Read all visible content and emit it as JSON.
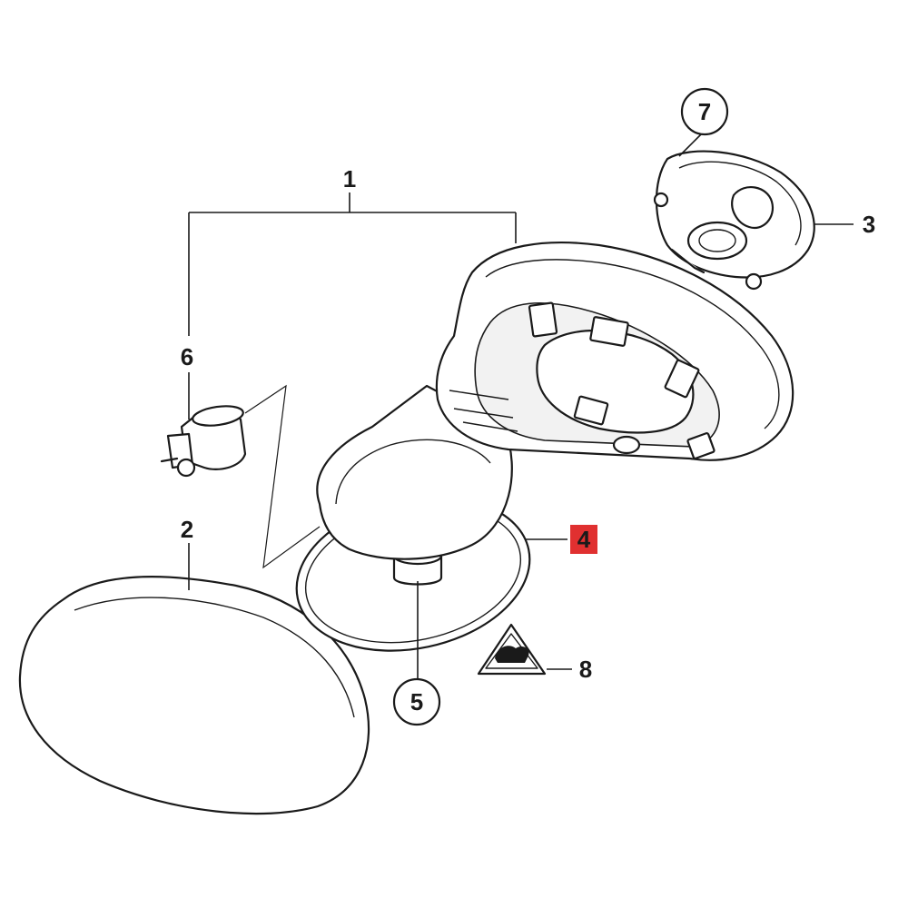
{
  "diagram": {
    "callouts": [
      {
        "id": "1",
        "label": "1",
        "circled": false,
        "highlighted": false
      },
      {
        "id": "2",
        "label": "2",
        "circled": false,
        "highlighted": false
      },
      {
        "id": "3",
        "label": "3",
        "circled": false,
        "highlighted": false
      },
      {
        "id": "4",
        "label": "4",
        "circled": false,
        "highlighted": true
      },
      {
        "id": "5",
        "label": "5",
        "circled": true,
        "highlighted": false
      },
      {
        "id": "6",
        "label": "6",
        "circled": false,
        "highlighted": false
      },
      {
        "id": "7",
        "label": "7",
        "circled": true,
        "highlighted": false
      },
      {
        "id": "8",
        "label": "8",
        "circled": false,
        "highlighted": false
      }
    ],
    "highlight_color": "#e03030",
    "line_color": "#1a1a1a",
    "parts": {
      "mirror_housing": "mirror-housing-icon",
      "mirror_cap": "mirror-cap-icon",
      "mirror_glass_actuator": "mirror-actuator-icon",
      "gasket": "gasket-icon",
      "mount_bolt": "mount-bolt-icon",
      "connector_plug": "connector-plug-icon",
      "warning_label": "warning-triangle-icon"
    }
  }
}
